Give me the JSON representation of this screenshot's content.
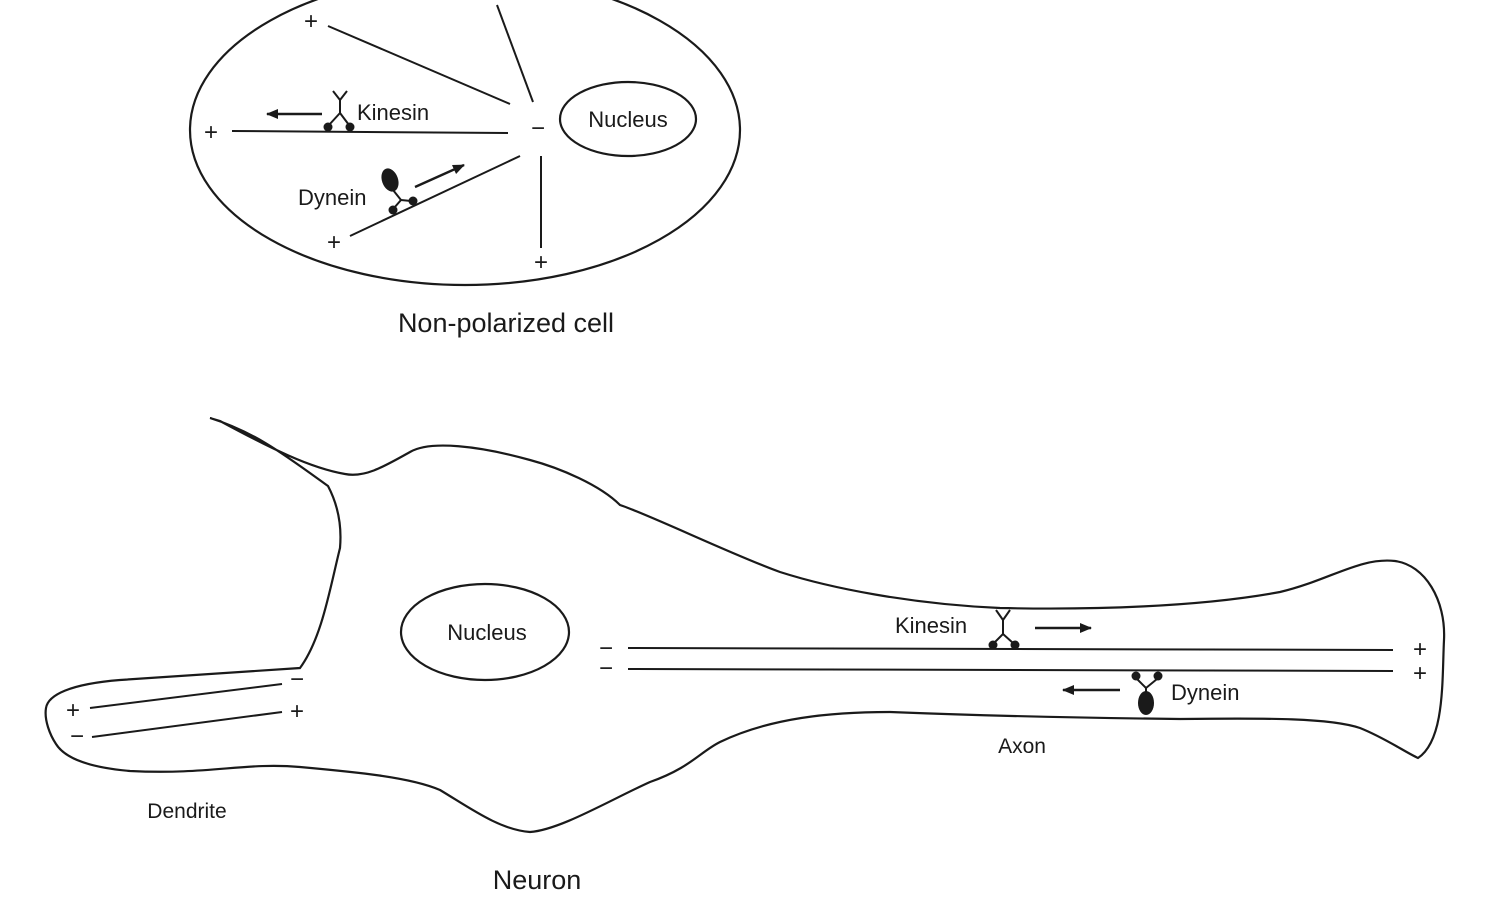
{
  "top_cell": {
    "caption": "Non-polarized cell",
    "nucleus_label": "Nucleus",
    "kinesin_label": "Kinesin",
    "dynein_label": "Dynein",
    "plus_sign": "+",
    "minus_sign": "−"
  },
  "neuron": {
    "caption": "Neuron",
    "nucleus_label": "Nucleus",
    "kinesin_label": "Kinesin",
    "dynein_label": "Dynein",
    "axon_label": "Axon",
    "dendrite_label": "Dendrite",
    "plus_sign": "+",
    "minus_sign": "−"
  }
}
